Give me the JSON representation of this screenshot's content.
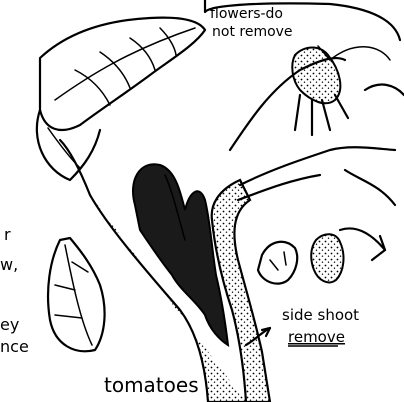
{
  "labels": {
    "flowers_line1": "flowers-do",
    "flowers_line2": "not remove",
    "side_shoot_line1": "side shoot",
    "side_shoot_line2": "remove",
    "bottom_word": "tomatoes",
    "left_fragment_1": "r",
    "left_fragment_2": "w,",
    "left_fragment_3": "ey",
    "left_fragment_4": "nce"
  },
  "colors": {
    "ink": "#000000",
    "background": "#ffffff",
    "shoot_fill": "#1a1a1a"
  }
}
